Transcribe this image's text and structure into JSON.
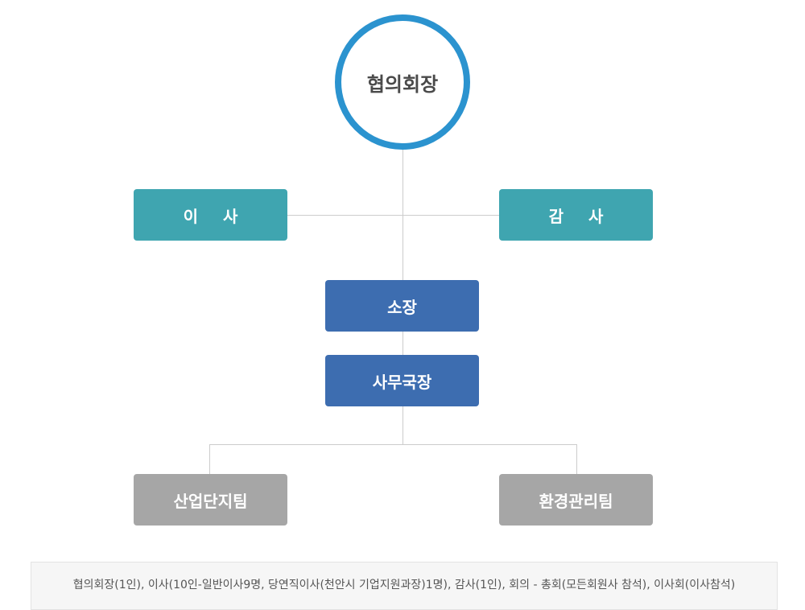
{
  "org_chart": {
    "chairman": "협의회장",
    "directors": "이 사",
    "auditor": "감 사",
    "director_of_office": "소장",
    "secretary_general": "사무국장",
    "team_industrial": "산업단지팀",
    "team_environment": "환경관리팀"
  },
  "note": {
    "text": "협의회장(1인), 이사(10인-일반이사9명, 당연직이사(천안시 기업지원과장)1명), 감사(1인), 회의 - 총회(모든회원사 참석), 이사회(이사참석)"
  },
  "colors": {
    "circle_border": "#2b93cf",
    "teal": "#3fa5b0",
    "blue": "#3d6db0",
    "gray": "#a6a6a6",
    "line": "#cccccc"
  }
}
